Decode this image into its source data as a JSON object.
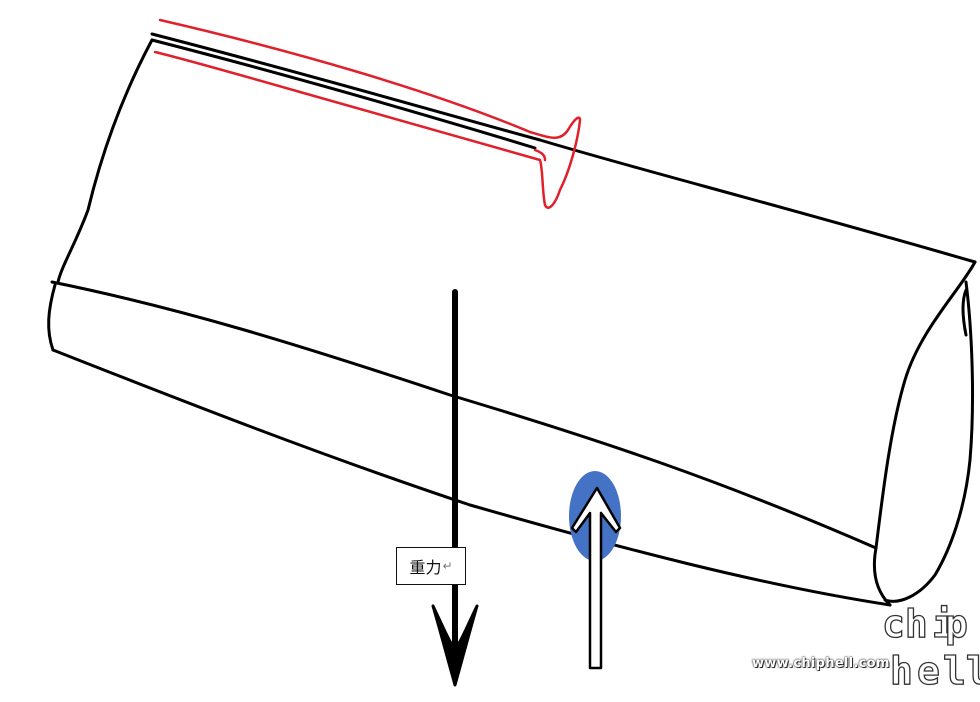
{
  "diagram": {
    "label": "重力",
    "label_return_mark": "↵",
    "colors": {
      "outline": "#000000",
      "red_marker": "#e0202a",
      "blue_point": "#4472c4",
      "support_arrow": "#ffffff"
    }
  },
  "watermark": {
    "url": "www.chiphell.com",
    "logo_text": "chiphell"
  }
}
